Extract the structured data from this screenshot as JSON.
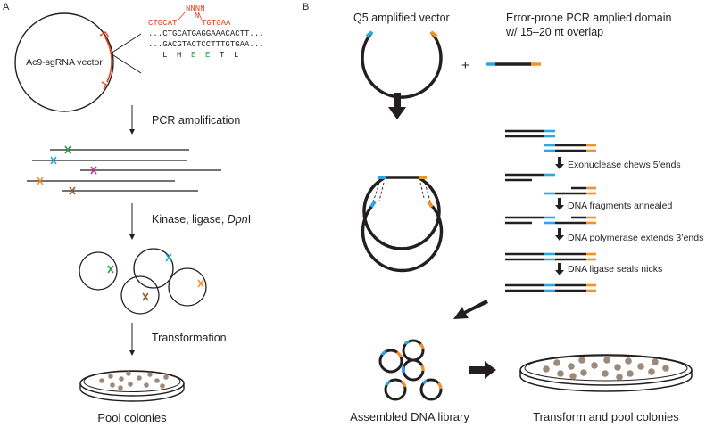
{
  "colors": {
    "ink": "#231f20",
    "red": "#e8401c",
    "green": "#2aa049",
    "blue": "#29a8e0",
    "orange": "#f0932b",
    "magenta": "#c8309a",
    "brown": "#8b5a2b",
    "colony": "#9c8a7c"
  },
  "panel_a": {
    "letter": "A",
    "vector_label": "Ac9-sgRNA vector",
    "insert_top": "NNNN",
    "insert_mid": "N",
    "primer_left": "CTGCAT",
    "primer_right": "TGTGAA",
    "seq_top": "...CTGCATGAGGAAACACTT...",
    "seq_bottom": "...GACGTACTCCTTTGTGAA...",
    "aa_L": "L",
    "aa_H": "H",
    "aa_E1": "E",
    "aa_E2": "E",
    "aa_T": "T",
    "aa_L2": "L",
    "step1": "PCR amplification",
    "step2_text": "Kinase, ligase, ",
    "step2_italic": "Dpn",
    "step2_tail": "I",
    "step3": "Transformation",
    "caption": "Pool colonies"
  },
  "panel_b": {
    "letter": "B",
    "vector_title": "Q5 amplified vector",
    "domain_title_1": "Error-prone PCR amplied domain",
    "domain_title_2": "w/ 15–20 nt overlap",
    "plus": "+",
    "step1": "Exonuclease chews 5’ends",
    "step2": "DNA fragments annealed",
    "step3": "DNA polymerase extends 3’ends",
    "step4": "DNA ligase seals nicks",
    "caption_left": "Assembled DNA library",
    "caption_right": "Transform and pool colonies"
  }
}
